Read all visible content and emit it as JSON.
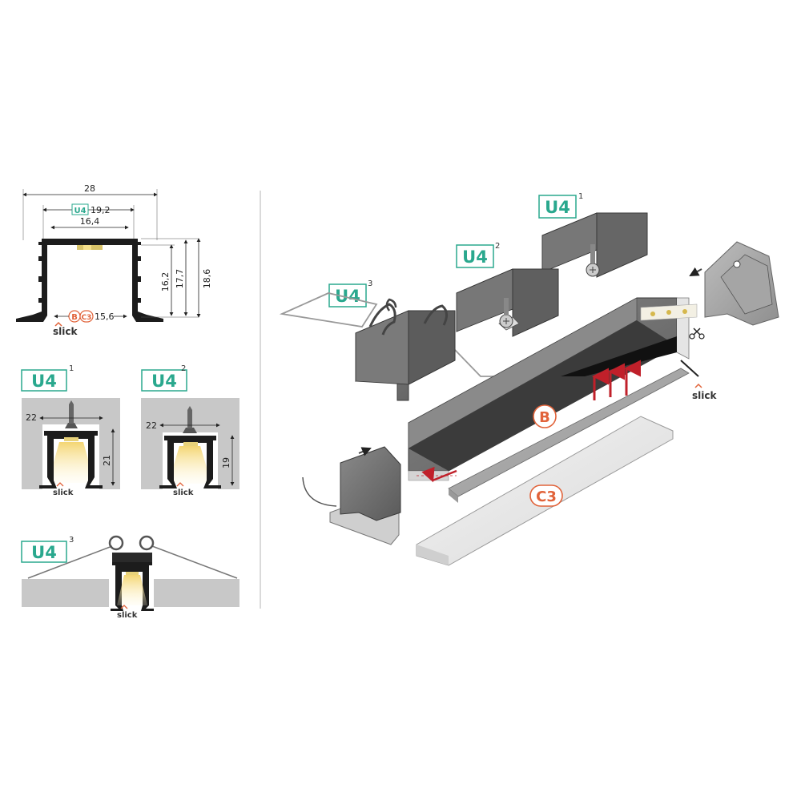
{
  "brand": "slick",
  "profile_codes": {
    "u4": "U4",
    "b": "B",
    "c3": "C3"
  },
  "superscripts": [
    "1",
    "2",
    "3"
  ],
  "cross_section": {
    "width_outer": "28",
    "width_u4": "19,2",
    "width_inner": "16,4",
    "width_bottom": "15,6",
    "height_1": "16,2",
    "height_2": "17,7",
    "height_3": "18,6"
  },
  "install_1": {
    "width": "22",
    "height": "21"
  },
  "install_2": {
    "width": "22",
    "height": "19"
  },
  "colors": {
    "accent_teal": "#2aa88e",
    "accent_orange": "#e1633a",
    "arrow_red": "#c0202a",
    "profile_dark": "#1c1c1c",
    "ceiling_gray": "#c8c8c8",
    "led_glow": "#f3e3a0"
  }
}
